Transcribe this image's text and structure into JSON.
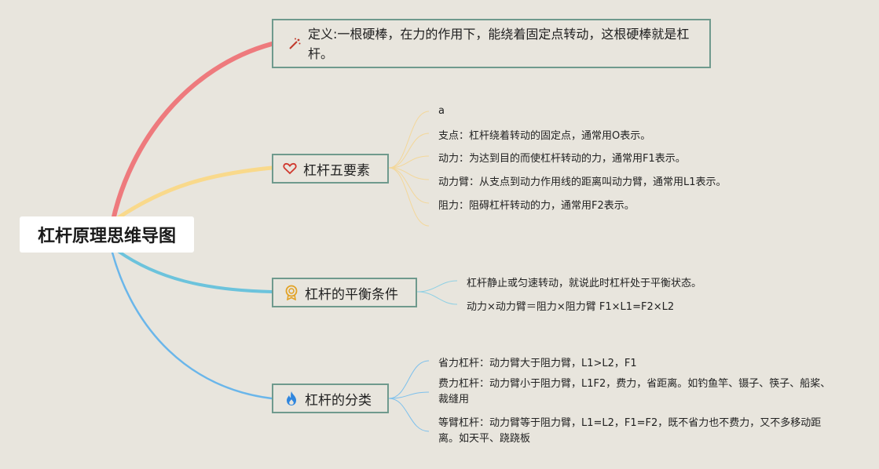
{
  "root": {
    "title": "杠杆原理思维导图"
  },
  "definition": {
    "text": "定义:一根硬棒，在力的作用下，能绕着固定点转动，这根硬棒就是杠杆。",
    "icon": "magic-wand-icon"
  },
  "five_elements": {
    "title": "杠杆五要素",
    "icon": "heart-icon",
    "items": [
      "a",
      "支点：杠杆绕着转动的固定点，通常用O表示。",
      "动力：为达到目的而使杠杆转动的力，通常用F1表示。",
      "动力臂：从支点到动力作用线的距离叫动力臂，通常用L1表示。",
      "阻力：阻碍杠杆转动的力，通常用F2表示。"
    ]
  },
  "balance": {
    "title": "杠杆的平衡条件",
    "icon": "award-icon",
    "items": [
      "杠杆静止或匀速转动，就说此时杠杆处于平衡状态。",
      "动力×动力臂＝阻力×阻力臂 F1×L1=F2×L2"
    ]
  },
  "classification": {
    "title": "杠杆的分类",
    "icon": "flame-icon",
    "items": [
      "省力杠杆：动力臂大于阻力臂，L1>L2，F1",
      "费力杠杆：动力臂小于阻力臂，L1F2，费力，省距离。如钓鱼竿、镊子、筷子、船桨、裁缝用",
      "等臂杠杆：动力臂等于阻力臂，L1=L2，F1=F2，既不省力也不费力，又不多移动距离。如天平、跷跷板"
    ]
  },
  "colors": {
    "background": "#e8e5dd",
    "branch_definition": "#ee7a7d",
    "branch_five": "#f9d98b",
    "branch_balance": "#6cc3dc",
    "branch_classification": "#6ab6ea",
    "node_border": "#6f9a8d"
  }
}
